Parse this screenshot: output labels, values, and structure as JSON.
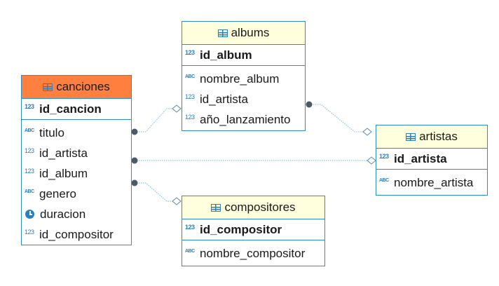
{
  "tables": {
    "canciones": {
      "name": "canciones",
      "header_color": "#ff7f3f",
      "pk": {
        "type": "123",
        "name": "id_cancion"
      },
      "columns": [
        {
          "type": "ABC",
          "name": "titulo"
        },
        {
          "type": "123",
          "name": "id_artista"
        },
        {
          "type": "123",
          "name": "id_album"
        },
        {
          "type": "ABC",
          "name": "genero"
        },
        {
          "type": "time",
          "name": "duracion"
        },
        {
          "type": "123",
          "name": "id_compositor"
        }
      ]
    },
    "albums": {
      "name": "albums",
      "header_color": "#ffffdd",
      "pk": {
        "type": "123",
        "name": "id_album"
      },
      "columns": [
        {
          "type": "ABC",
          "name": "nombre_album"
        },
        {
          "type": "123",
          "name": "id_artista"
        },
        {
          "type": "123",
          "name": "año_lanzamiento"
        }
      ]
    },
    "artistas": {
      "name": "artistas",
      "header_color": "#ffffdd",
      "pk": {
        "type": "123",
        "name": "id_artista"
      },
      "columns": [
        {
          "type": "ABC",
          "name": "nombre_artista"
        }
      ]
    },
    "compositores": {
      "name": "compositores",
      "header_color": "#ffffdd",
      "pk": {
        "type": "123",
        "name": "id_compositor"
      },
      "columns": [
        {
          "type": "ABC",
          "name": "nombre_compositor"
        }
      ]
    }
  },
  "relationships": [
    {
      "from": "canciones.titulo",
      "to": "albums.id_album"
    },
    {
      "from": "canciones.id_artista",
      "to": "artistas.id_artista"
    },
    {
      "from": "canciones.id_album",
      "to": "compositores.id_compositor"
    },
    {
      "from": "albums.id_artista",
      "to": "artistas.id_artista"
    }
  ],
  "colors": {
    "border": "#2a8fc9",
    "link": "#7ab8d8",
    "dot": "#4a5a66"
  }
}
